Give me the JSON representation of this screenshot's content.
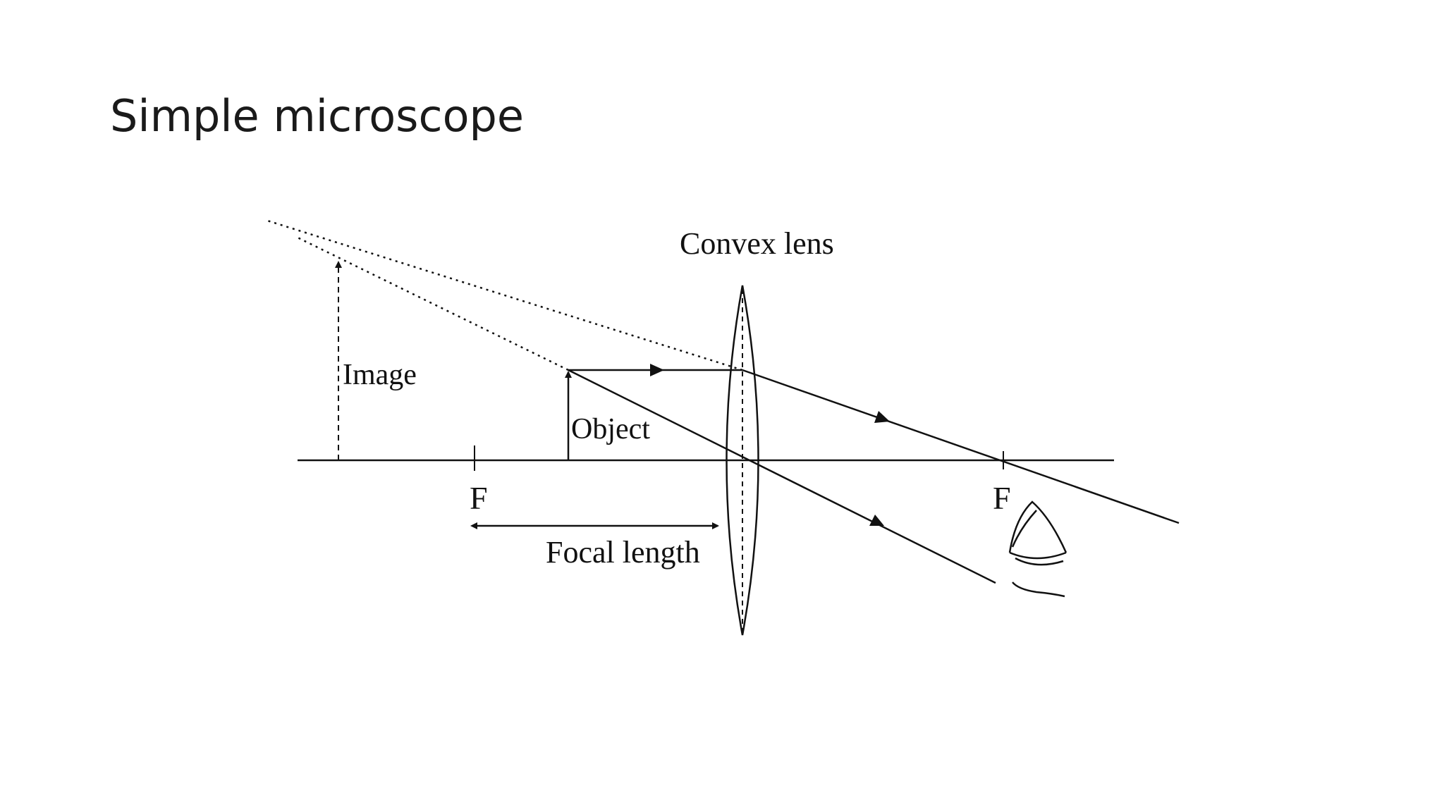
{
  "slide": {
    "title": "Simple microscope"
  },
  "diagram": {
    "labels": {
      "lens": "Convex lens",
      "image": "Image",
      "object": "Object",
      "focal_point_left": "F",
      "focal_point_right": "F",
      "focal_length": "Focal length"
    }
  }
}
